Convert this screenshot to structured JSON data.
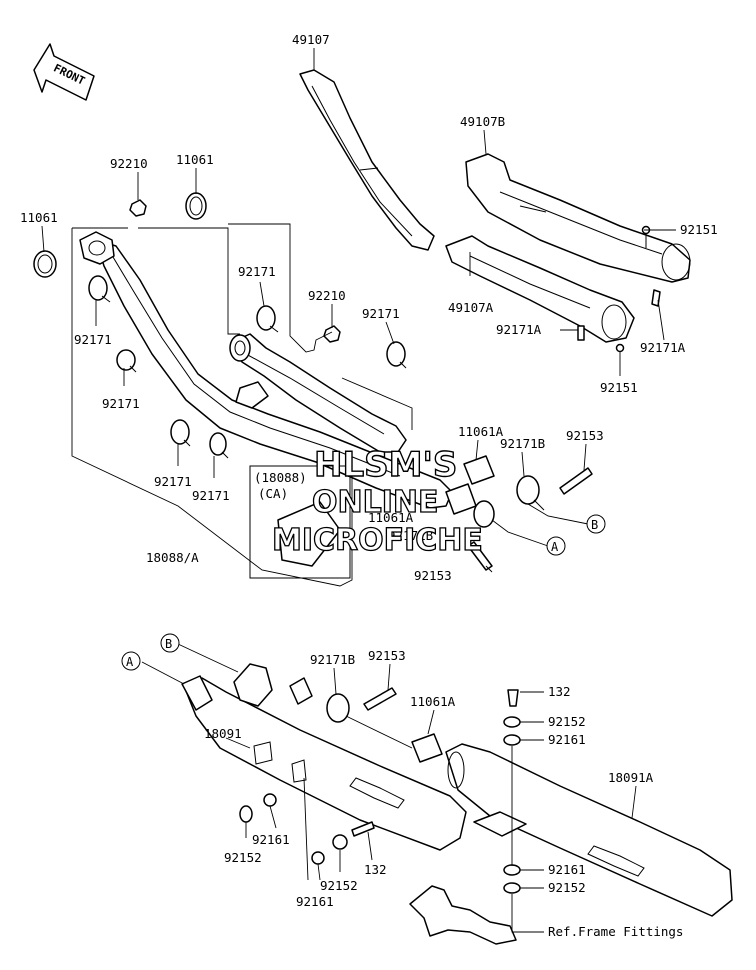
{
  "front_label": "FRONT",
  "ref_frame_fittings": "Ref.Frame Fittings",
  "watermark": {
    "line1": "HLSM'S",
    "line2": "ONLINE",
    "line3": "MICROFICHE"
  },
  "inset": {
    "line1": "(18088)",
    "line2": "(CA)"
  },
  "callouts": {
    "a": "A",
    "b": "B"
  },
  "parts": {
    "p49107": "49107",
    "p49107b": "49107B",
    "p49107a": "49107A",
    "p92151_top": "92151",
    "p92151_mid": "92151",
    "p92171a_left": "92171A",
    "p92171a_right": "92171A",
    "p92210_left": "92210",
    "p11061_top": "11061",
    "p11061_left": "11061",
    "p92171_1": "92171",
    "p92210_mid": "92210",
    "p92171_2": "92171",
    "p92171_3": "92171",
    "p92171_4": "92171",
    "p92171_5": "92171",
    "p92171_6": "92171",
    "p11061a_top": "11061A",
    "p92171b_top": "92171B",
    "p92153_top": "92153",
    "p11061a_mid": "11061A",
    "p92171b_mid": "92171B",
    "p92153_mid": "92153",
    "p18088a": "18088/A",
    "p92171b_low": "92171B",
    "p92153_low": "92153",
    "p11061a_low": "11061A",
    "p132_top": "132",
    "p92152_top": "92152",
    "p92161_top": "92161",
    "p18091": "18091",
    "p18091a": "18091A",
    "p92161_left": "92161",
    "p92152_left": "92152",
    "p132_low": "132",
    "p92152_low": "92152",
    "p92161_low": "92161",
    "p92161_right": "92161",
    "p92152_right": "92152"
  }
}
